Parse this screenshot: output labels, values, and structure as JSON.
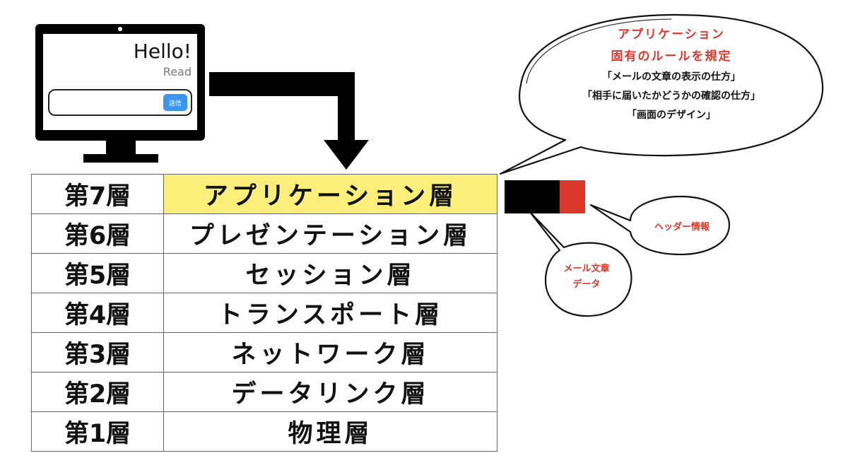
{
  "monitor": {
    "greeting": "Hello!",
    "status": "Read",
    "send_label": "送信"
  },
  "layers": [
    {
      "num": "第7層",
      "name": "アプリケーション層",
      "highlighted": true
    },
    {
      "num": "第6層",
      "name": "プレゼンテーション層"
    },
    {
      "num": "第5層",
      "name": "セッション層"
    },
    {
      "num": "第4層",
      "name": "トランスポート層"
    },
    {
      "num": "第3層",
      "name": "ネットワーク層"
    },
    {
      "num": "第2層",
      "name": "データリンク層"
    },
    {
      "num": "第1層",
      "name": "物理層"
    }
  ],
  "callout_main": {
    "title_line1": "アプリケーション",
    "title_line2": "固有のルールを規定",
    "items": [
      "「メールの文章の表示の仕方」",
      "「相手に届いたかどうかの確認の仕方」",
      "「画面のデザイン」"
    ]
  },
  "callout_header": {
    "text": "ヘッダー情報"
  },
  "callout_data": {
    "line1": "メール文章",
    "line2": "データ"
  },
  "colors": {
    "highlight": "#fbee7a",
    "accent_red": "#d9382a",
    "send_button": "#3d95f0"
  }
}
